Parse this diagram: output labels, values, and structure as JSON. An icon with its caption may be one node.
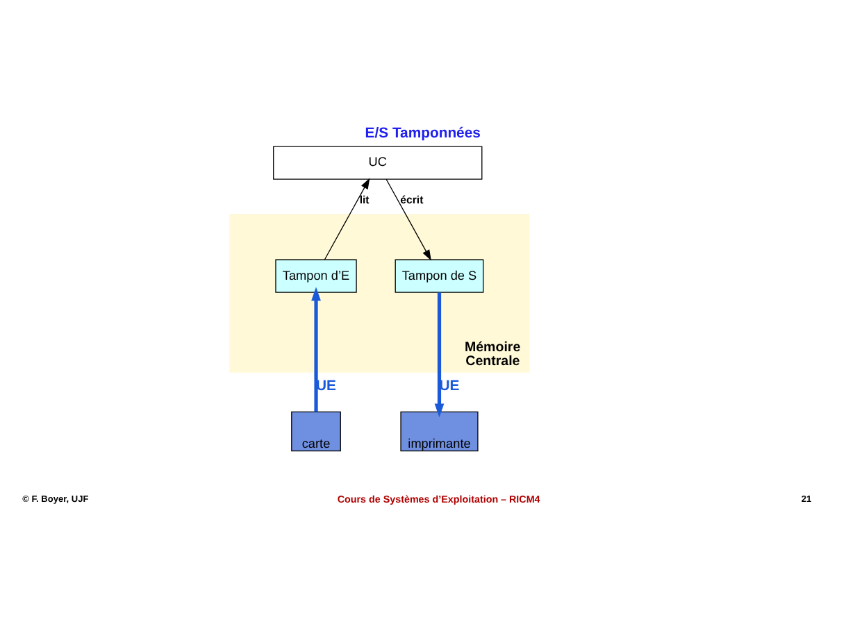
{
  "diagram": {
    "title": "E/S Tamponnées",
    "nodes": [
      {
        "text": [
          "Mémoire Centrale"
        ]
      },
      {
        "text": [
          "UC"
        ]
      },
      {
        "text": [
          "Tampon d’E"
        ],
        "in": 0
      },
      {
        "text": [
          "Tampon de S"
        ],
        "in": 0
      },
      {
        "text": [
          "carte"
        ]
      },
      {
        "text": [
          "imprimante"
        ]
      }
    ],
    "edges": [
      {
        "from": 2,
        "to": 1,
        "arrow": "to",
        "label": "lit"
      },
      {
        "from": 1,
        "to": 3,
        "arrow": "to",
        "label": "écrit"
      },
      {
        "from": 4,
        "to": 2,
        "arrow": "to",
        "label": "UE",
        "style": "thick",
        "color": "#1a5ad8"
      },
      {
        "from": 3,
        "to": 5,
        "arrow": "to",
        "label": "UE",
        "style": "thick",
        "color": "#1a5ad8"
      }
    ],
    "labels": [
      "© F. Boyer, UJF",
      "Cours de Systèmes d’Exploitation – RICM4",
      "21"
    ]
  }
}
